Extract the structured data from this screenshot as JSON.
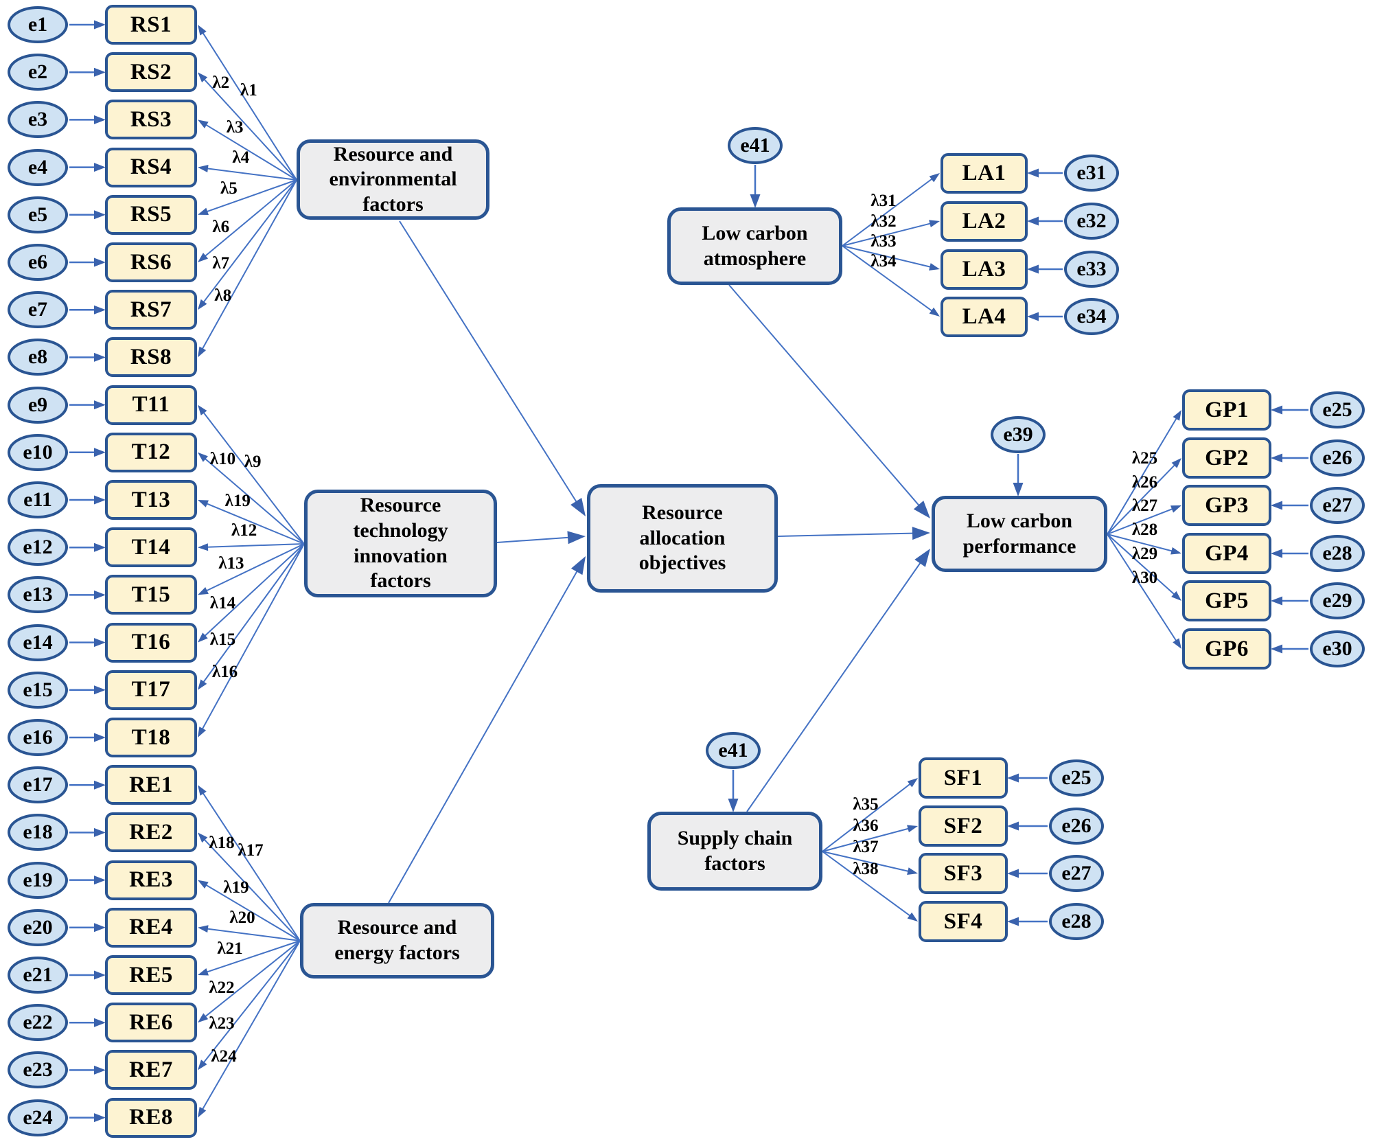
{
  "colors": {
    "line": "#4472c4",
    "arrowhead": "#3a62ad",
    "node_border": "#2a5593",
    "indicator_fill": "#fdf3d2",
    "error_fill": "#cfe2f3",
    "latent_fill": "#ededee",
    "text": "#000000"
  },
  "center": {
    "label": "Resource\nallocation\nobjectives"
  },
  "groups": [
    {
      "id": "rs",
      "latent_label": "Resource and\nenvironmental\nfactors",
      "indicators": [
        "RS1",
        "RS2",
        "RS3",
        "RS4",
        "RS5",
        "RS6",
        "RS7",
        "RS8"
      ],
      "errors": [
        "e1",
        "e2",
        "e3",
        "e4",
        "e5",
        "e6",
        "e7",
        "e8"
      ],
      "lambdas": [
        "λ1",
        "λ2",
        "λ3",
        "λ4",
        "λ5",
        "λ6",
        "λ7",
        "λ8"
      ]
    },
    {
      "id": "t",
      "latent_label": "Resource\ntechnology\ninnovation\nfactors",
      "indicators": [
        "T11",
        "T12",
        "T13",
        "T14",
        "T15",
        "T16",
        "T17",
        "T18"
      ],
      "errors": [
        "e9",
        "e10",
        "e11",
        "e12",
        "e13",
        "e14",
        "e15",
        "e16"
      ],
      "lambdas": [
        "λ9",
        "λ10",
        "λ19",
        "λ12",
        "λ13",
        "λ14",
        "λ15",
        "λ16"
      ]
    },
    {
      "id": "re",
      "latent_label": "Resource and\nenergy factors",
      "indicators": [
        "RE1",
        "RE2",
        "RE3",
        "RE4",
        "RE5",
        "RE6",
        "RE7",
        "RE8"
      ],
      "errors": [
        "e17",
        "e18",
        "e19",
        "e20",
        "e21",
        "e22",
        "e23",
        "e24"
      ],
      "lambdas": [
        "λ17",
        "λ18",
        "λ19",
        "λ20",
        "λ21",
        "λ22",
        "λ23",
        "λ24"
      ]
    },
    {
      "id": "la",
      "latent_label": "Low carbon\natmosphere",
      "latent_error": "e41",
      "indicators": [
        "LA1",
        "LA2",
        "LA3",
        "LA4"
      ],
      "errors": [
        "e31",
        "e32",
        "e33",
        "e34"
      ],
      "lambdas": [
        "λ31",
        "λ32",
        "λ33",
        "λ34"
      ]
    },
    {
      "id": "gp",
      "latent_label": "Low carbon\nperformance",
      "latent_error": "e39",
      "indicators": [
        "GP1",
        "GP2",
        "GP3",
        "GP4",
        "GP5",
        "GP6"
      ],
      "errors": [
        "e25",
        "e26",
        "e27",
        "e28",
        "e29",
        "e30"
      ],
      "lambdas": [
        "λ25",
        "λ26",
        "λ27",
        "λ28",
        "λ29",
        "λ30"
      ]
    },
    {
      "id": "sf",
      "latent_label": "Supply chain\nfactors",
      "latent_error": "e41",
      "indicators": [
        "SF1",
        "SF2",
        "SF3",
        "SF4"
      ],
      "errors": [
        "e25",
        "e26",
        "e27",
        "e28"
      ],
      "lambdas": [
        "λ35",
        "λ36",
        "λ37",
        "λ38"
      ]
    }
  ],
  "paths": [
    {
      "from": "rs",
      "to": "center"
    },
    {
      "from": "t",
      "to": "center"
    },
    {
      "from": "re",
      "to": "center"
    },
    {
      "from": "la",
      "to": "gp"
    },
    {
      "from": "center",
      "to": "gp"
    },
    {
      "from": "sf",
      "to": "gp"
    }
  ]
}
